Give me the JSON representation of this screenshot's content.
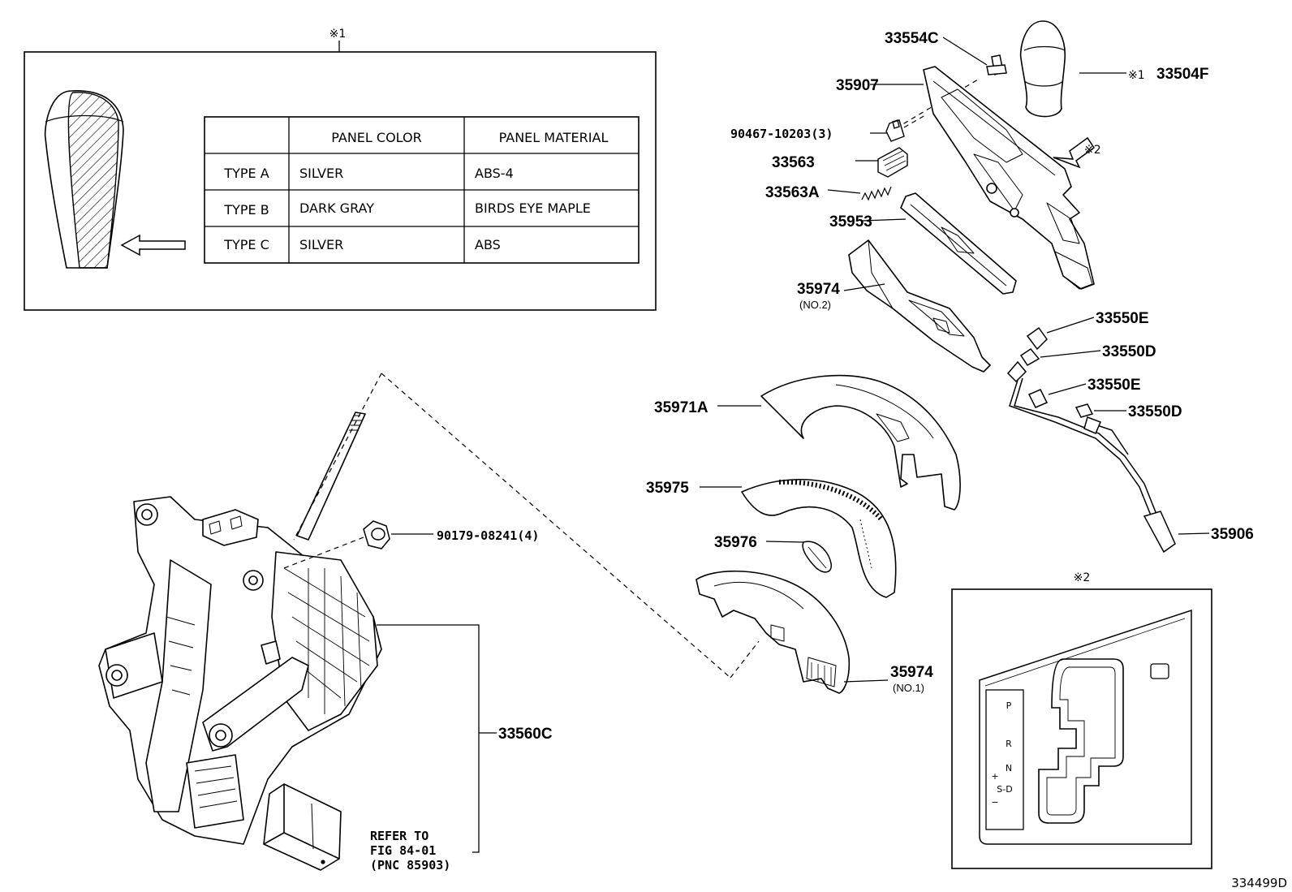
{
  "inset1": {
    "note": "※1",
    "table": {
      "headers": [
        "",
        "PANEL COLOR",
        "PANEL MATERIAL"
      ],
      "rows": [
        [
          "TYPE A",
          "SILVER",
          "ABS-4"
        ],
        [
          "TYPE B",
          "DARK GRAY",
          "BIRDS EYE MAPLE"
        ],
        [
          "TYPE C",
          "SILVER",
          "ABS"
        ]
      ]
    }
  },
  "inset2": {
    "note": "※2",
    "gate_labels": {
      "p": "P",
      "r": "R",
      "n": "N",
      "plus": "+",
      "sd": "S-D",
      "minus": "−"
    }
  },
  "parts": {
    "p33554C": "33554C",
    "p35907": "35907",
    "p33504F": "33504F",
    "p33504F_note": "※1",
    "view_note": "※2",
    "p90467": "90467-10203(3)",
    "p33563": "33563",
    "p33563A": "33563A",
    "p35953": "35953",
    "p35974_no2": "35974",
    "p35974_no2_sub": "(NO.2)",
    "p33550E_1": "33550E",
    "p33550D_1": "33550D",
    "p33550E_2": "33550E",
    "p33550D_2": "33550D",
    "p35971A": "35971A",
    "p35975": "35975",
    "p35976": "35976",
    "p35906": "35906",
    "p90179": "90179-08241(4)",
    "p35974_no1": "35974",
    "p35974_no1_sub": "(NO.1)",
    "p33560C": "33560C"
  },
  "refer": {
    "line1": "REFER TO",
    "line2": "FIG 84-01",
    "line3": "(PNC 85903)"
  },
  "catalog_id": "334499D"
}
